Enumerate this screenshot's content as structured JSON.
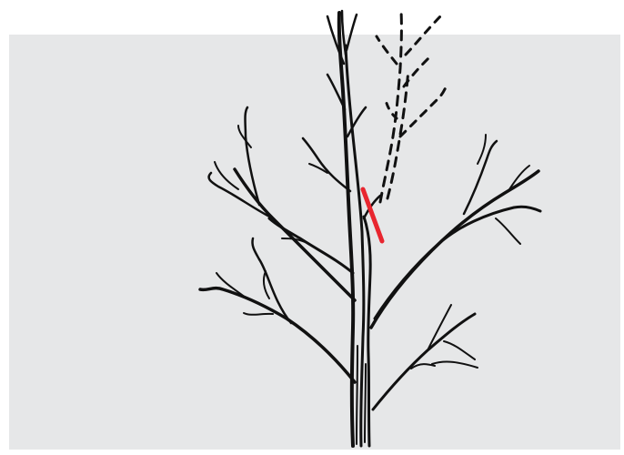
{
  "colors": {
    "page_background": "#ffffff",
    "panel_background": "#e6e7e8",
    "branch_ink": "#111111",
    "cut_marker": "#e8262f"
  },
  "illustration": {
    "icon": "tree-branch-pruning-illustration",
    "removed_leader_style": "dashed-outline",
    "cut_marker_shape": "red-diagonal-line"
  }
}
